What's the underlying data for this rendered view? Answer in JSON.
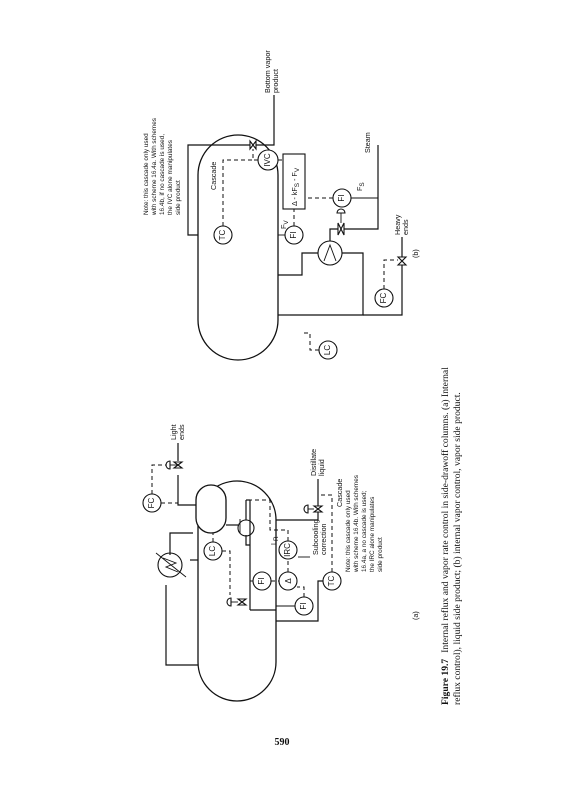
{
  "page_number": "590",
  "caption": {
    "label": "Figure 19.7",
    "line1": "Internal reflux and vapor rate control in side-drawoff columns. (a) Internal",
    "line2": "reflux control), liquid side product; (b) internal vapor control, vapor side product."
  },
  "panel_a": {
    "label": "(a)",
    "instruments": {
      "fc": "FC",
      "lc": "LC",
      "fi_top": "FI",
      "delta": "Δ",
      "irc": "IRC",
      "fi_bottom": "FI",
      "tc": "TC"
    },
    "labels": {
      "light_ends_1": "Light",
      "light_ends_2": "ends",
      "distillate_1": "Distillate",
      "distillate_2": "liquid",
      "cascade": "Cascade",
      "subcooling_1": "Subcooling",
      "subcooling_2": "correction",
      "lr": "L",
      "lr_sub": "R"
    },
    "note": [
      "Note:  this cascade only used",
      "with scheme 16.4b. With schemes",
      "16.4a, a no cascade is used;",
      "the IRC alone manipulates",
      "side product"
    ]
  },
  "panel_b": {
    "label": "(b)",
    "instruments": {
      "tc": "TC",
      "fi_top": "FI",
      "ivc": "IVC",
      "fi_steam": "FI",
      "fc": "FC",
      "lc": "LC"
    },
    "relay": "Δ - kF",
    "relay_sub1": "S",
    "relay_tail": " - F",
    "relay_sub2": "V",
    "labels": {
      "bottom_vapor_1": "Bottom vapor",
      "bottom_vapor_2": "product",
      "steam": "Steam",
      "heavy_ends_1": "Heavy",
      "heavy_ends_2": "ends",
      "cascade": "Cascade",
      "fs": "F",
      "fs_sub": "S",
      "fv": "F",
      "fv_sub": "V"
    },
    "note": [
      "Note:  this cascade only used",
      "with scheme 16.4a. With schemes",
      "16.4b, if no cascade is used,",
      "the IVC alone manipulates",
      "side product"
    ]
  }
}
